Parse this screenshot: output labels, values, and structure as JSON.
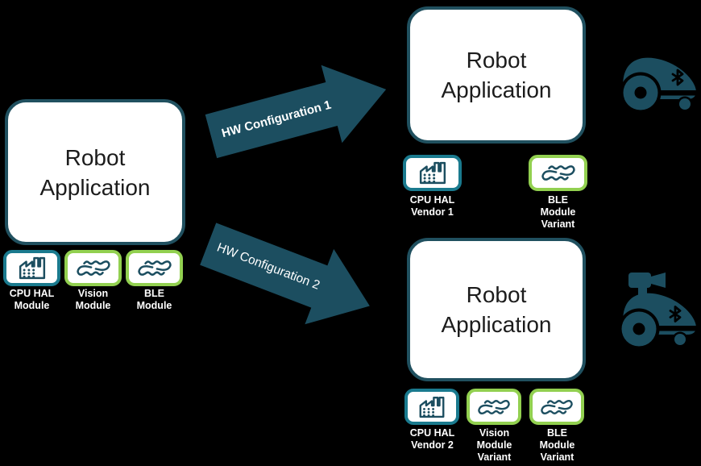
{
  "colors": {
    "background": "#000000",
    "dark_teal": "#1C4E60",
    "hal_border_teal": "#1A7A8E",
    "interface_border_green": "#92D050",
    "box_fill": "#FFFFFF",
    "title_text": "#1C1C1C",
    "label_text": "#FFFFFF"
  },
  "boxes": {
    "left": {
      "title": "Robot\nApplication"
    },
    "config1": {
      "title": "Robot\nApplication"
    },
    "config2": {
      "title": "Robot\nApplication"
    }
  },
  "arrows": {
    "config1": {
      "label": "HW Configuration 1"
    },
    "config2": {
      "label": "HW Configuration 2"
    }
  },
  "modules": {
    "left": [
      {
        "label": "CPU HAL\nModule",
        "icon": "factory-icon",
        "type": "hal"
      },
      {
        "label": "Vision\nModule",
        "icon": "handshake-icon",
        "type": "interface"
      },
      {
        "label": "BLE\nModule",
        "icon": "handshake-icon",
        "type": "interface"
      }
    ],
    "config1": [
      {
        "label": "CPU HAL\nVendor 1",
        "icon": "factory-icon",
        "type": "hal"
      },
      {
        "label": "BLE\nModule\nVariant",
        "icon": "handshake-icon",
        "type": "interface"
      }
    ],
    "config2": [
      {
        "label": "CPU HAL\nVendor 2",
        "icon": "factory-icon",
        "type": "hal"
      },
      {
        "label": "Vision\nModule\nVariant",
        "icon": "handshake-icon",
        "type": "interface"
      },
      {
        "label": "BLE\nModule\nVariant",
        "icon": "handshake-icon",
        "type": "interface"
      }
    ]
  },
  "robots": {
    "config1": "robot-mower-bluetooth-icon",
    "config2": "robot-mower-camera-bluetooth-icon"
  }
}
